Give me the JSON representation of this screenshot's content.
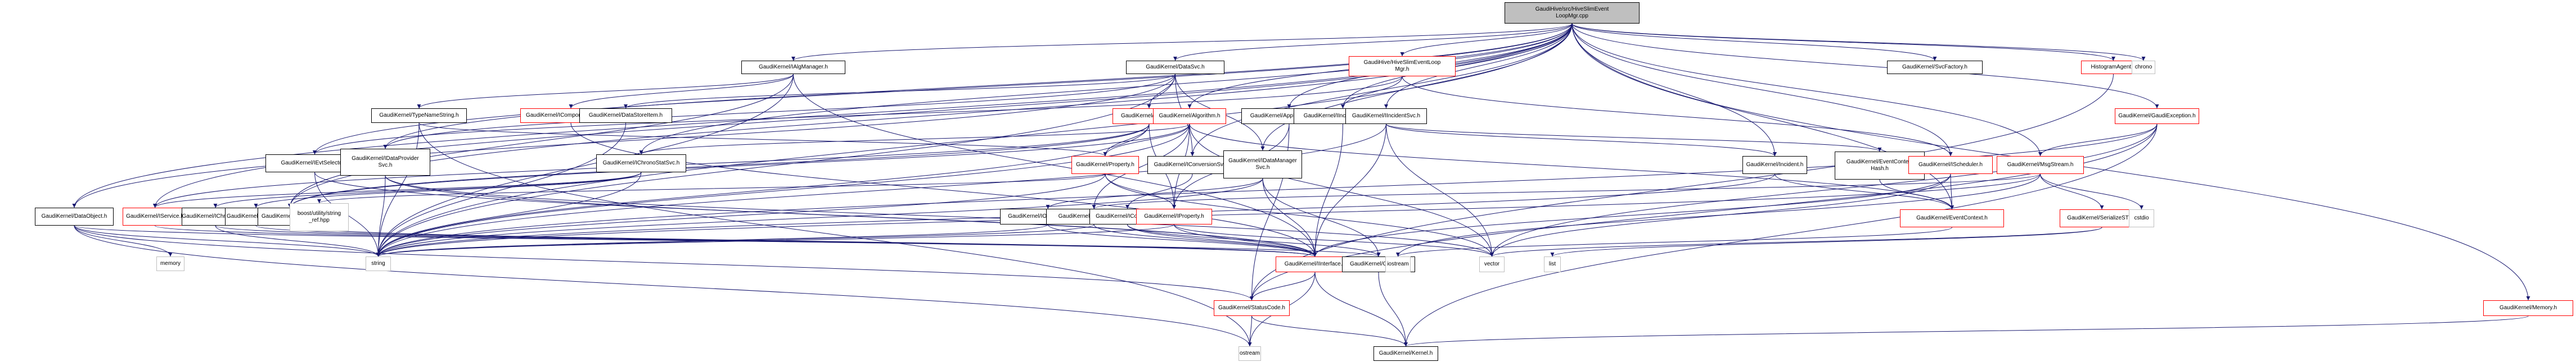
{
  "graph": {
    "edge_color": "#191970",
    "root_fill": "#bfbfbf",
    "nodes": [
      {
        "id": "root",
        "label": "GaudiHive/src/HiveSlimEvent\nLoopMgr.cpp",
        "kind": "root"
      },
      {
        "id": "IAlgManager",
        "label": "GaudiKernel/IAlgManager.h",
        "kind": "normal"
      },
      {
        "id": "DataSvc",
        "label": "GaudiKernel/DataSvc.h",
        "kind": "normal"
      },
      {
        "id": "HiveSlimEventLoopMgrH",
        "label": "GaudiHive/HiveSlimEventLoop\nMgr.h",
        "kind": "red"
      },
      {
        "id": "SvcFactory",
        "label": "GaudiKernel/SvcFactory.h",
        "kind": "normal"
      },
      {
        "id": "HistogramAgent",
        "label": "HistogramAgent.h",
        "kind": "red"
      },
      {
        "id": "chrono",
        "label": "chrono",
        "kind": "system"
      },
      {
        "id": "TypeNameString",
        "label": "GaudiKernel/TypeNameString.h",
        "kind": "normal"
      },
      {
        "id": "IComponentManager",
        "label": "GaudiKernel/IComponentManager.h",
        "kind": "red"
      },
      {
        "id": "DataStoreItem",
        "label": "GaudiKernel/DataStoreItem.h",
        "kind": "normal"
      },
      {
        "id": "Service",
        "label": "GaudiKernel/Service.h",
        "kind": "red"
      },
      {
        "id": "Algorithm",
        "label": "GaudiKernel/Algorithm.h",
        "kind": "red"
      },
      {
        "id": "AppReturnCode",
        "label": "GaudiKernel/AppReturnCode.h",
        "kind": "normal"
      },
      {
        "id": "IIncidentListener",
        "label": "GaudiKernel/IIncidentListener.h",
        "kind": "normal"
      },
      {
        "id": "IIncidentSvc",
        "label": "GaudiKernel/IIncidentSvc.h",
        "kind": "normal"
      },
      {
        "id": "GaudiException",
        "label": "GaudiKernel/GaudiException.h",
        "kind": "red"
      },
      {
        "id": "IEvtSelector",
        "label": "GaudiKernel/IEvtSelector.h",
        "kind": "normal"
      },
      {
        "id": "IDataProviderSvc",
        "label": "GaudiKernel/IDataProvider\nSvc.h",
        "kind": "normal"
      },
      {
        "id": "IChronoStatSvc",
        "label": "GaudiKernel/IChronoStatSvc.h",
        "kind": "normal"
      },
      {
        "id": "PropertyH",
        "label": "GaudiKernel/Property.h",
        "kind": "red"
      },
      {
        "id": "IConversionSvc",
        "label": "GaudiKernel/IConversionSvc.h",
        "kind": "normal"
      },
      {
        "id": "IDataManagerSvc",
        "label": "GaudiKernel/IDataManager\nSvc.h",
        "kind": "normal"
      },
      {
        "id": "Incident",
        "label": "GaudiKernel/Incident.h",
        "kind": "normal"
      },
      {
        "id": "EventContextHash",
        "label": "GaudiKernel/EventContext\nHash.h",
        "kind": "normal"
      },
      {
        "id": "IScheduler",
        "label": "GaudiKernel/IScheduler.h",
        "kind": "red"
      },
      {
        "id": "MsgStream",
        "label": "GaudiKernel/MsgStream.h",
        "kind": "red"
      },
      {
        "id": "DataObject",
        "label": "GaudiKernel/DataObject.h",
        "kind": "normal"
      },
      {
        "id": "IService",
        "label": "GaudiKernel/IService.h",
        "kind": "red"
      },
      {
        "id": "IChronoSvc",
        "label": "GaudiKernel/IChronoSvc.h",
        "kind": "normal"
      },
      {
        "id": "IStatSvc",
        "label": "GaudiKernel/IStatSvc.h",
        "kind": "normal"
      },
      {
        "id": "SmartIF",
        "label": "GaudiKernel/SmartIF.h",
        "kind": "normal"
      },
      {
        "id": "string_ref",
        "label": "boost/utility/string\n_ref.hpp",
        "kind": "system"
      },
      {
        "id": "IOpaqueAddress",
        "label": "GaudiKernel/IOpaqueAddress.h",
        "kind": "normal"
      },
      {
        "id": "IMessageSvc",
        "label": "GaudiKernel/IMessageSvc.h",
        "kind": "normal"
      },
      {
        "id": "IConverter",
        "label": "GaudiKernel/IConverter.h",
        "kind": "normal"
      },
      {
        "id": "IProperty",
        "label": "GaudiKernel/IProperty.h",
        "kind": "red"
      },
      {
        "id": "EventContext",
        "label": "GaudiKernel/EventContext.h",
        "kind": "red"
      },
      {
        "id": "SerializeSTL",
        "label": "GaudiKernel/SerializeSTL.h",
        "kind": "red"
      },
      {
        "id": "cstdio",
        "label": "cstdio",
        "kind": "system"
      },
      {
        "id": "memory",
        "label": "memory",
        "kind": "system"
      },
      {
        "id": "string",
        "label": "string",
        "kind": "system"
      },
      {
        "id": "IInterface",
        "label": "GaudiKernel/IInterface.h",
        "kind": "red"
      },
      {
        "id": "ClassID",
        "label": "GaudiKernel/ClassID.h",
        "kind": "normal"
      },
      {
        "id": "iostream",
        "label": "iostream",
        "kind": "system"
      },
      {
        "id": "vector",
        "label": "vector",
        "kind": "system"
      },
      {
        "id": "list",
        "label": "list",
        "kind": "system"
      },
      {
        "id": "StatusCode",
        "label": "GaudiKernel/StatusCode.h",
        "kind": "red"
      },
      {
        "id": "Memory",
        "label": "GaudiKernel/Memory.h",
        "kind": "red"
      },
      {
        "id": "ostream",
        "label": "ostream",
        "kind": "system"
      },
      {
        "id": "Kernel",
        "label": "GaudiKernel/Kernel.h",
        "kind": "normal"
      }
    ],
    "edges": [
      [
        "root",
        "IAlgManager"
      ],
      [
        "root",
        "DataSvc"
      ],
      [
        "root",
        "HiveSlimEventLoopMgrH"
      ],
      [
        "root",
        "SvcFactory"
      ],
      [
        "root",
        "HistogramAgent"
      ],
      [
        "root",
        "chrono"
      ],
      [
        "root",
        "Memory"
      ],
      [
        "root",
        "GaudiException"
      ],
      [
        "root",
        "IIncidentSvc"
      ],
      [
        "root",
        "IIncidentListener"
      ],
      [
        "root",
        "AppReturnCode"
      ],
      [
        "root",
        "Algorithm"
      ],
      [
        "root",
        "IEvtSelector"
      ],
      [
        "root",
        "IDataProviderSvc"
      ],
      [
        "root",
        "IChronoStatSvc"
      ],
      [
        "root",
        "DataObject"
      ],
      [
        "root",
        "IScheduler"
      ],
      [
        "root",
        "MsgStream"
      ],
      [
        "root",
        "Incident"
      ],
      [
        "root",
        "EventContext"
      ],
      [
        "root",
        "SmartIF"
      ],
      [
        "root",
        "IConversionSvc"
      ],
      [
        "root",
        "IDataManagerSvc"
      ],
      [
        "root",
        "string"
      ],
      [
        "root",
        "IService"
      ],
      [
        "IAlgManager",
        "TypeNameString"
      ],
      [
        "IAlgManager",
        "IComponentManager"
      ],
      [
        "IAlgManager",
        "IInterface"
      ],
      [
        "IAlgManager",
        "SmartIF"
      ],
      [
        "IAlgManager",
        "string"
      ],
      [
        "DataSvc",
        "DataStoreItem"
      ],
      [
        "DataSvc",
        "Service"
      ],
      [
        "DataSvc",
        "IDataProviderSvc"
      ],
      [
        "DataSvc",
        "IDataManagerSvc"
      ],
      [
        "DataSvc",
        "IConversionSvc"
      ],
      [
        "DataSvc",
        "DataObject"
      ],
      [
        "DataSvc",
        "string"
      ],
      [
        "HiveSlimEventLoopMgrH",
        "IIncidentListener"
      ],
      [
        "HiveSlimEventLoopMgrH",
        "IScheduler"
      ],
      [
        "HiveSlimEventLoopMgrH",
        "IEvtSelector"
      ],
      [
        "HistogramAgent",
        "StatusCode"
      ],
      [
        "TypeNameString",
        "string"
      ],
      [
        "TypeNameString",
        "PropertyH"
      ],
      [
        "TypeNameString",
        "ostream"
      ],
      [
        "IComponentManager",
        "IInterface"
      ],
      [
        "DataStoreItem",
        "string"
      ],
      [
        "Service",
        "IService"
      ],
      [
        "Service",
        "PropertyH"
      ],
      [
        "Service",
        "IProperty"
      ],
      [
        "Service",
        "SmartIF"
      ],
      [
        "Service",
        "string"
      ],
      [
        "Algorithm",
        "PropertyH"
      ],
      [
        "Algorithm",
        "IMessageSvc"
      ],
      [
        "Algorithm",
        "IChronoStatSvc"
      ],
      [
        "Algorithm",
        "SmartIF"
      ],
      [
        "Algorithm",
        "IProperty"
      ],
      [
        "Algorithm",
        "EventContext"
      ],
      [
        "Algorithm",
        "string"
      ],
      [
        "Algorithm",
        "vector"
      ],
      [
        "AppReturnCode",
        "IProperty"
      ],
      [
        "AppReturnCode",
        "StatusCode"
      ],
      [
        "IIncidentListener",
        "IInterface"
      ],
      [
        "IIncidentSvc",
        "Incident"
      ],
      [
        "IIncidentSvc",
        "EventContextHash"
      ],
      [
        "IIncidentSvc",
        "IInterface"
      ],
      [
        "IIncidentSvc",
        "string"
      ],
      [
        "IIncidentSvc",
        "vector"
      ],
      [
        "GaudiException",
        "StatusCode"
      ],
      [
        "GaudiException",
        "MsgStream"
      ],
      [
        "GaudiException",
        "Kernel"
      ],
      [
        "GaudiException",
        "string"
      ],
      [
        "GaudiException",
        "vector"
      ],
      [
        "IEvtSelector",
        "IInterface"
      ],
      [
        "IEvtSelector",
        "string"
      ],
      [
        "IDataProviderSvc",
        "IInterface"
      ],
      [
        "IDataProviderSvc",
        "string"
      ],
      [
        "IDataProviderSvc",
        "vector"
      ],
      [
        "IChronoStatSvc",
        "IChronoSvc"
      ],
      [
        "IChronoStatSvc",
        "IStatSvc"
      ],
      [
        "IChronoStatSvc",
        "IService"
      ],
      [
        "IChronoStatSvc",
        "string"
      ],
      [
        "PropertyH",
        "string_ref"
      ],
      [
        "PropertyH",
        "IProperty"
      ],
      [
        "PropertyH",
        "string"
      ],
      [
        "PropertyH",
        "vector"
      ],
      [
        "IConversionSvc",
        "IConverter"
      ],
      [
        "IDataManagerSvc",
        "IInterface"
      ],
      [
        "IDataManagerSvc",
        "IOpaqueAddress"
      ],
      [
        "IDataManagerSvc",
        "ClassID"
      ],
      [
        "IDataManagerSvc",
        "string"
      ],
      [
        "Incident",
        "EventContext"
      ],
      [
        "Incident",
        "string"
      ],
      [
        "EventContextHash",
        "EventContext"
      ],
      [
        "IScheduler",
        "IInterface"
      ],
      [
        "IScheduler",
        "EventContext"
      ],
      [
        "IScheduler",
        "vector"
      ],
      [
        "MsgStream",
        "SerializeSTL"
      ],
      [
        "MsgStream",
        "cstdio"
      ],
      [
        "MsgStream",
        "IMessageSvc"
      ],
      [
        "MsgStream",
        "iostream"
      ],
      [
        "MsgStream",
        "string"
      ],
      [
        "DataObject",
        "ClassID"
      ],
      [
        "DataObject",
        "StatusCode"
      ],
      [
        "DataObject",
        "memory"
      ],
      [
        "DataObject",
        "string"
      ],
      [
        "DataObject",
        "ostream"
      ],
      [
        "IService",
        "IInterface"
      ],
      [
        "IChronoSvc",
        "IInterface"
      ],
      [
        "IChronoSvc",
        "string"
      ],
      [
        "IStatSvc",
        "IInterface"
      ],
      [
        "SmartIF",
        "IInterface"
      ],
      [
        "IOpaqueAddress",
        "IInterface"
      ],
      [
        "IOpaqueAddress",
        "string"
      ],
      [
        "IMessageSvc",
        "IInterface"
      ],
      [
        "IMessageSvc",
        "string"
      ],
      [
        "IConverter",
        "IInterface"
      ],
      [
        "IConverter",
        "ClassID"
      ],
      [
        "IProperty",
        "IInterface"
      ],
      [
        "IProperty",
        "string"
      ],
      [
        "IProperty",
        "vector"
      ],
      [
        "EventContext",
        "iostream"
      ],
      [
        "SerializeSTL",
        "vector"
      ],
      [
        "SerializeSTL",
        "list"
      ],
      [
        "IInterface",
        "StatusCode"
      ],
      [
        "IInterface",
        "Kernel"
      ],
      [
        "IInterface",
        "ostream"
      ],
      [
        "ClassID",
        "Kernel"
      ],
      [
        "StatusCode",
        "Kernel"
      ],
      [
        "StatusCode",
        "ostream"
      ],
      [
        "Memory",
        "Kernel"
      ]
    ]
  }
}
